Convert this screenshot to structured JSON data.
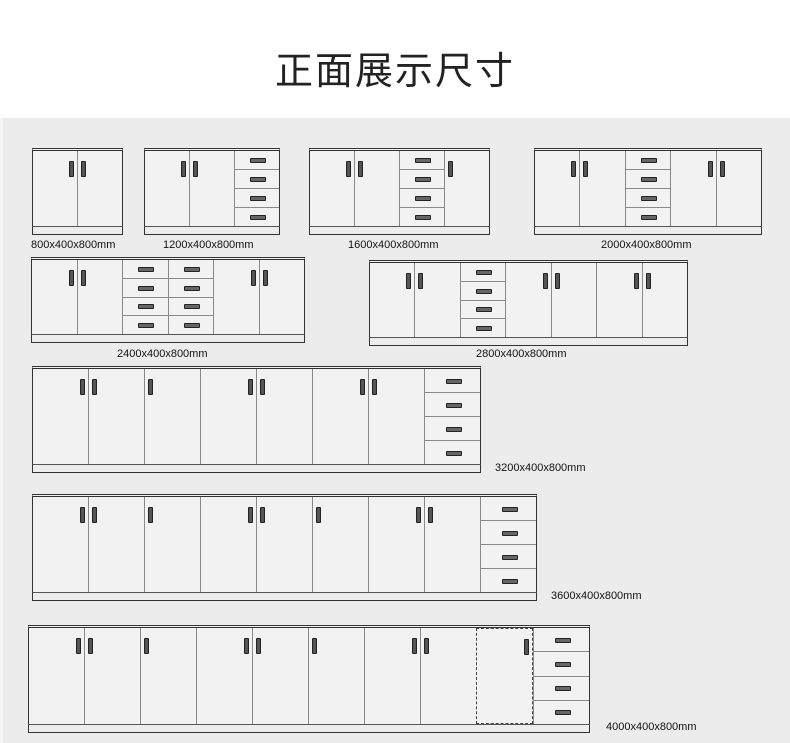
{
  "title": "正面展示尺寸",
  "cabinets": [
    {
      "size": "800x400x800mm"
    },
    {
      "size": "1200x400x800mm"
    },
    {
      "size": "1600x400x800mm"
    },
    {
      "size": "2000x400x800mm"
    },
    {
      "size": "2400x400x800mm"
    },
    {
      "size": "2800x400x800mm"
    },
    {
      "size": "3200x400x800mm"
    },
    {
      "size": "3600x400x800mm"
    },
    {
      "size": "4000x400x800mm"
    }
  ]
}
